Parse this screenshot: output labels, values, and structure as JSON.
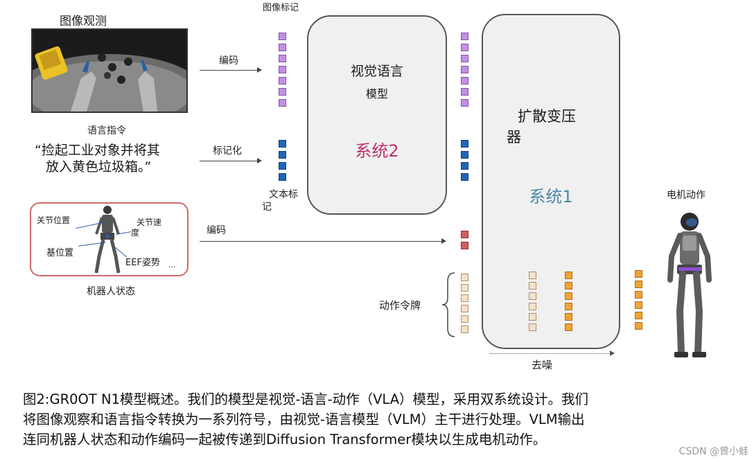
{
  "labels": {
    "image_observation": "图像观测",
    "image_tokens": "图像标记",
    "encode_1": "编码",
    "language_instruction": "语言指令",
    "instruction_line1": "“捡起工业对象并将其",
    "instruction_line2": "放入黄色垃圾箱。”",
    "tokenize": "标记化",
    "text_tokens_line1": "文本标",
    "text_tokens_line2": "记",
    "encode_2": "编码",
    "robot_state": "机器人状态",
    "joint_position": "关节位置",
    "joint_velocity_line1": "关节速",
    "joint_velocity_line2": "度",
    "base_position": "基位置",
    "eef_pose": "EEF姿势",
    "ellipsis": "...",
    "action_tokens": "动作令牌",
    "denoise": "去噪",
    "motor_actions": "电机动作"
  },
  "vlm": {
    "title_line1": "视觉语言",
    "title_line2": "模型",
    "system": "系统2"
  },
  "dit": {
    "title_line1": "扩散变压",
    "title_line2": "器",
    "system": "系统1"
  },
  "caption": {
    "line1": "图2:GR0OT N1模型概述。我们的模型是视觉-语言-动作（VLA）模型，采用双系统设计。我们",
    "line2": "将图像观察和语言指令转换为一系列符号，由视觉-语言模型（VLM）主干进行处理。VLM输出",
    "line3": "连同机器人状态和动作编码一起被传递到Diffusion Transformer模块以生成电机动作。"
  },
  "watermark": "CSDN @曾小蛙",
  "colors": {
    "system2": "#c0306a",
    "system1": "#4a8aa8",
    "image_token": "#c48fe3",
    "text_token": "#1f66b8",
    "state_token": "#d65c5c",
    "action_token": "#f6e1c8",
    "output_token": "#f0a531"
  }
}
